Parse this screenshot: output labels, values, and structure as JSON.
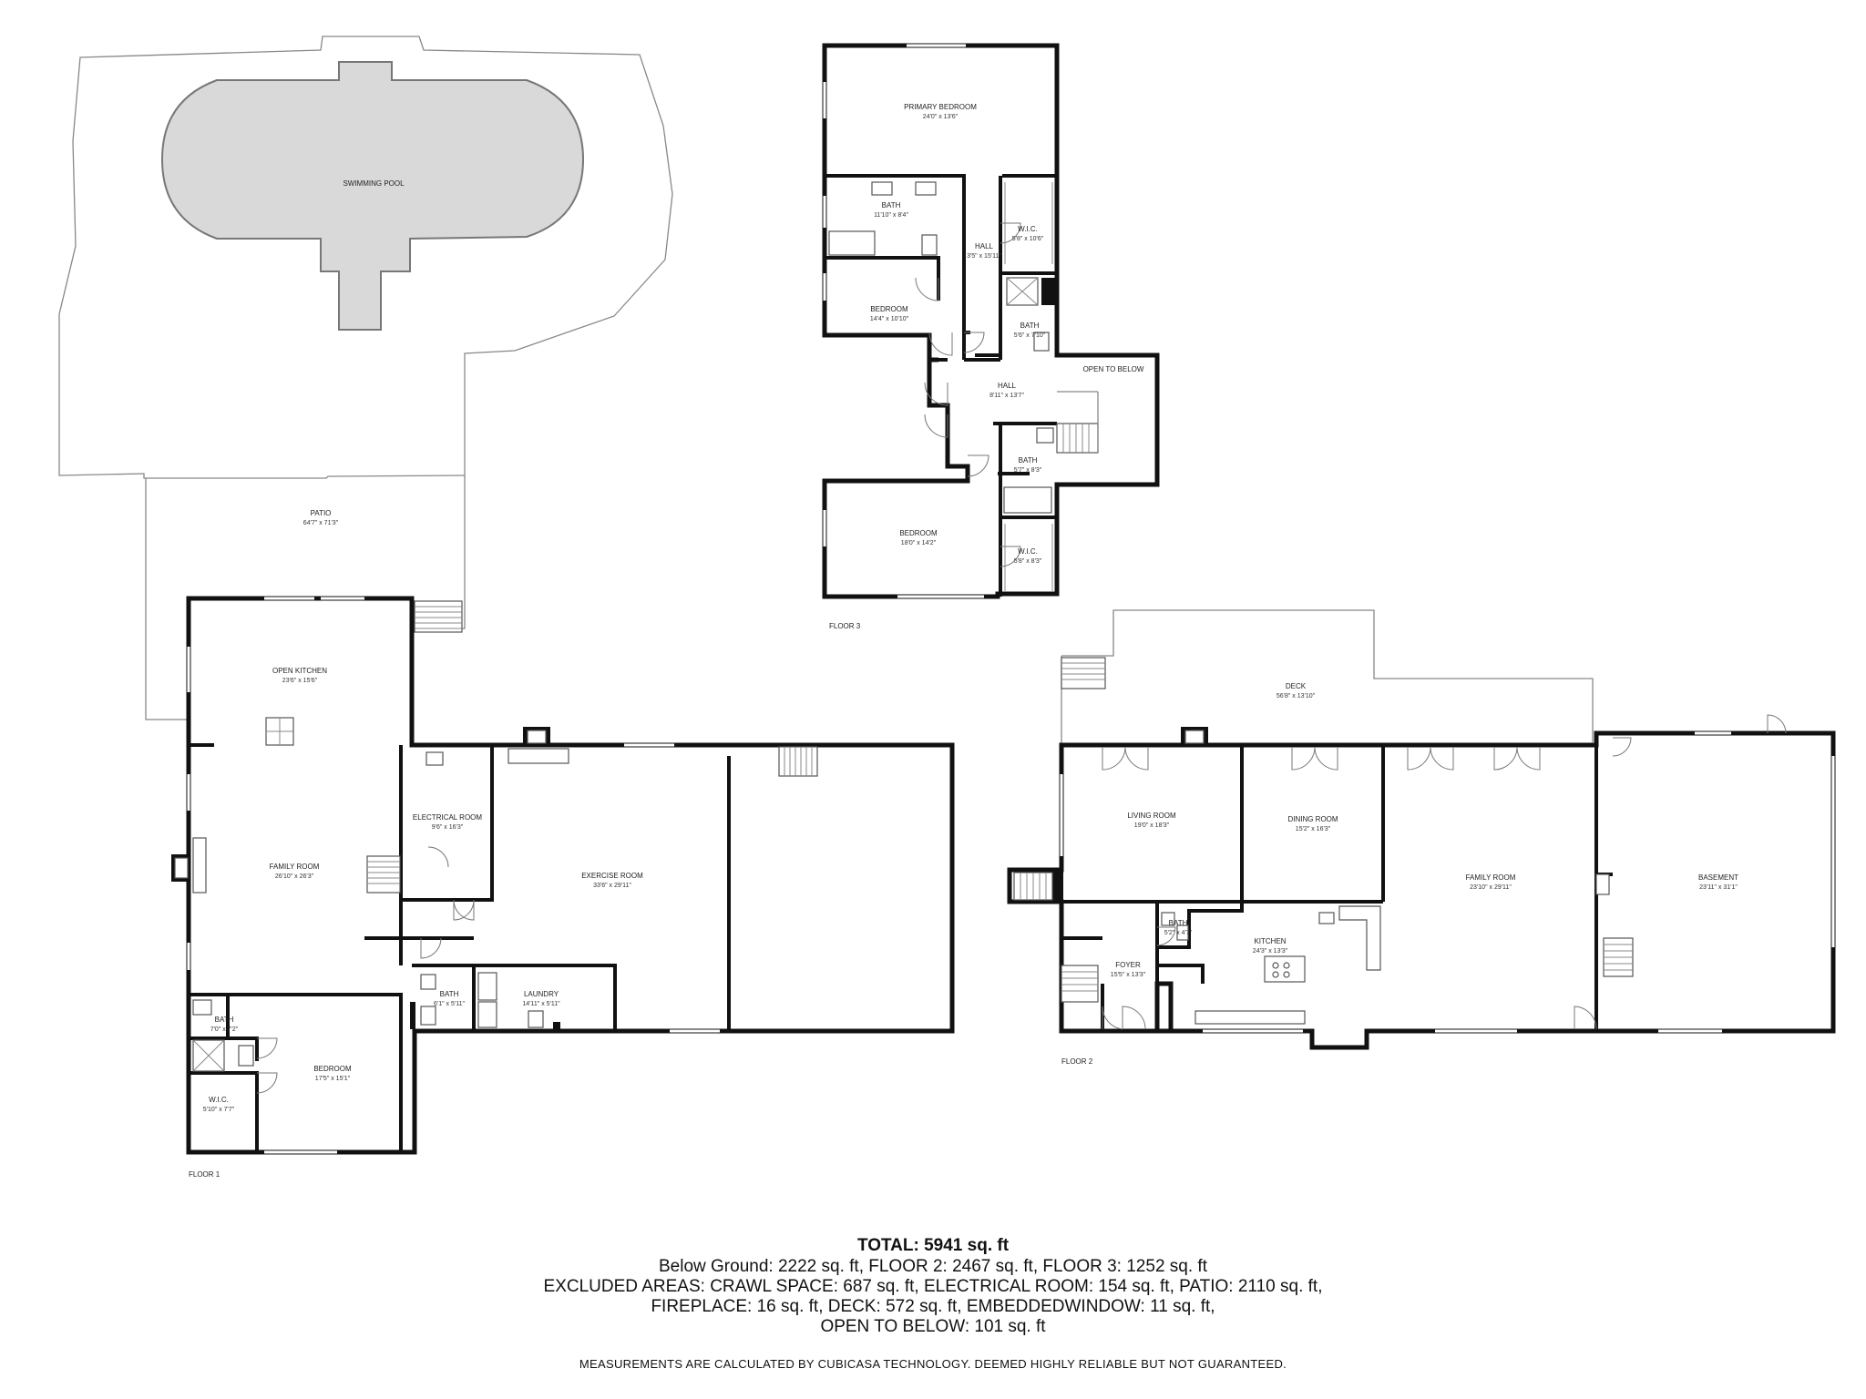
{
  "floors": {
    "floor1": {
      "label": "FLOOR 1",
      "rooms": [
        {
          "id": "pool",
          "name": "SWIMMING POOL",
          "dim": ""
        },
        {
          "id": "patio",
          "name": "PATIO",
          "dim": "64'7\" x 71'3\""
        },
        {
          "id": "open-kitchen",
          "name": "OPEN KITCHEN",
          "dim": "23'6\" x 15'6\""
        },
        {
          "id": "family-room-1",
          "name": "FAMILY ROOM",
          "dim": "26'10\" x 26'3\""
        },
        {
          "id": "electrical-room",
          "name": "ELECTRICAL ROOM",
          "dim": "9'6\" x 16'3\""
        },
        {
          "id": "exercise-room",
          "name": "EXERCISE ROOM",
          "dim": "33'6\" x 29'11\""
        },
        {
          "id": "bath-1a",
          "name": "BATH",
          "dim": "6'1\" x 5'11\""
        },
        {
          "id": "laundry",
          "name": "LAUNDRY",
          "dim": "14'11\" x 5'11\""
        },
        {
          "id": "bath-1b",
          "name": "BATH",
          "dim": "7'0\" x 7'2\""
        },
        {
          "id": "bedroom-1",
          "name": "BEDROOM",
          "dim": "17'5\" x 15'1\""
        },
        {
          "id": "wic-1",
          "name": "W.I.C.",
          "dim": "5'10\" x 7'7\""
        }
      ]
    },
    "floor2": {
      "label": "FLOOR 2",
      "rooms": [
        {
          "id": "deck",
          "name": "DECK",
          "dim": "56'8\" x 13'10\""
        },
        {
          "id": "living-room",
          "name": "LIVING ROOM",
          "dim": "19'0\" x 18'3\""
        },
        {
          "id": "dining-room",
          "name": "DINING ROOM",
          "dim": "15'2\" x 16'3\""
        },
        {
          "id": "family-room-2",
          "name": "FAMILY ROOM",
          "dim": "23'10\" x 29'11\""
        },
        {
          "id": "basement",
          "name": "BASEMENT",
          "dim": "23'11\" x 31'1\""
        },
        {
          "id": "bath-2",
          "name": "BATH",
          "dim": "5'2\" x 4'7\""
        },
        {
          "id": "kitchen",
          "name": "KITCHEN",
          "dim": "24'3\" x 13'3\""
        },
        {
          "id": "foyer",
          "name": "FOYER",
          "dim": "15'5\" x 13'3\""
        }
      ]
    },
    "floor3": {
      "label": "FLOOR 3",
      "rooms": [
        {
          "id": "primary-bedroom",
          "name": "PRIMARY BEDROOM",
          "dim": "24'0\" x 13'6\""
        },
        {
          "id": "bath-3a",
          "name": "BATH",
          "dim": "11'10\" x 8'4\""
        },
        {
          "id": "hall-3a",
          "name": "HALL",
          "dim": "3'5\" x 15'11\""
        },
        {
          "id": "wic-3a",
          "name": "W.I.C.",
          "dim": "5'8\" x 10'6\""
        },
        {
          "id": "bedroom-3a",
          "name": "BEDROOM",
          "dim": "14'4\" x 10'10\""
        },
        {
          "id": "bath-3b",
          "name": "BATH",
          "dim": "5'6\" x 7'10\""
        },
        {
          "id": "open-to-below",
          "name": "OPEN TO BELOW",
          "dim": ""
        },
        {
          "id": "hall-3b",
          "name": "HALL",
          "dim": "8'11\" x 13'7\""
        },
        {
          "id": "bath-3c",
          "name": "BATH",
          "dim": "5'7\" x 8'3\""
        },
        {
          "id": "bedroom-3b",
          "name": "BEDROOM",
          "dim": "18'0\" x 14'2\""
        },
        {
          "id": "wic-3b",
          "name": "W.I.C.",
          "dim": "5'8\" x 8'3\""
        }
      ]
    }
  },
  "summary": {
    "total": "TOTAL: 5941 sq. ft",
    "lines": [
      "Below Ground: 2222 sq. ft, FLOOR 2: 2467 sq. ft, FLOOR 3: 1252 sq. ft",
      "EXCLUDED AREAS: CRAWL SPACE: 687 sq. ft, ELECTRICAL ROOM: 154 sq. ft, PATIO: 2110 sq. ft,",
      "FIREPLACE: 16 sq. ft, DECK: 572 sq. ft, EMBEDDEDWINDOW: 11 sq. ft,",
      "OPEN TO BELOW: 101 sq. ft"
    ]
  },
  "disclaimer": "MEASUREMENTS ARE CALCULATED BY CUBICASA TECHNOLOGY. DEEMED HIGHLY RELIABLE BUT NOT GUARANTEED."
}
